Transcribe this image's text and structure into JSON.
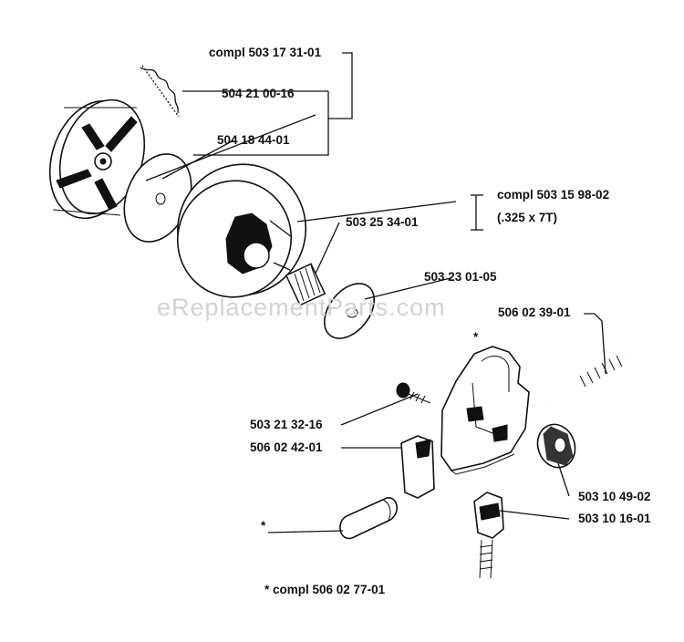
{
  "watermark": "eReplacementParts.com",
  "labels": {
    "clutch_assembly": "compl 503 17 31-01",
    "spring": "504 21 00-16",
    "washer": "504 18 44-01",
    "drum_assembly": "compl 503 15 98-02",
    "drum_size": "(.325 x 7T)",
    "needle_bearing": "503 25 34-01",
    "washer_small": "503 23 01-05",
    "oil_pump_kit": "506 02 39-01",
    "screw": "503 21 32-16",
    "bracket": "506 02 42-01",
    "worm_gear": "503 10 49-02",
    "plug": "503 10 16-01",
    "asterisk_bolt": "*",
    "asterisk_pump": "*"
  },
  "footnote": "*  compl 506 02 77-01",
  "colors": {
    "ink": "#111111",
    "background": "#ffffff",
    "watermark": "#d2d2d2"
  }
}
